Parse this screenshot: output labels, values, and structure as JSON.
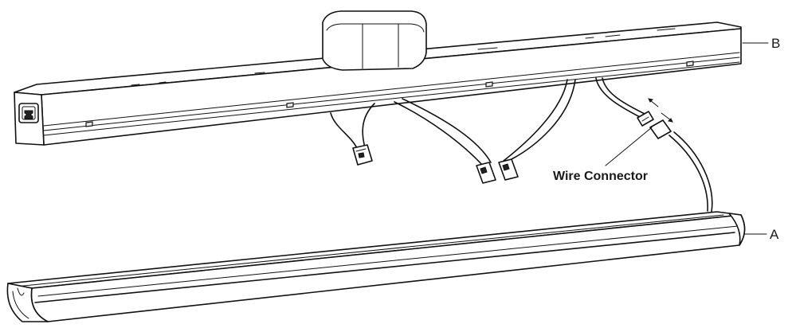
{
  "labels": {
    "part_b": "B",
    "part_a": "A",
    "wire_connector": "Wire Connector"
  }
}
